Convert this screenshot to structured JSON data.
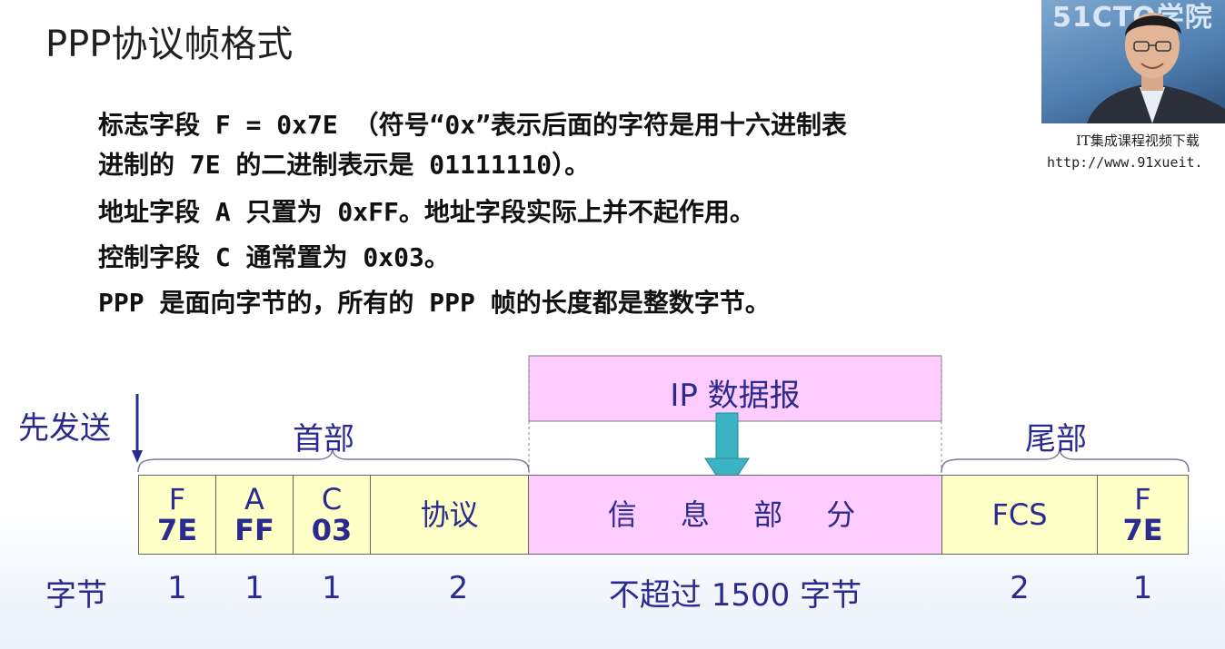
{
  "title": "PPP协议帧格式",
  "bullets": [
    "标志字段 F = 0x7E （符号“0x”表示后面的字符是用十六进制表",
    "进制的 7E 的二进制表示是 01111110）。",
    "地址字段 A 只置为 0xFF。地址字段实际上并不起作用。",
    "控制字段 C 通常置为 0x03。",
    "PPP 是面向字节的，所有的 PPP 帧的长度都是整数字节。"
  ],
  "webcam": {
    "logo": "51CTO学院",
    "caption_line1": "IT集成课程视频下载",
    "caption_line2": "http://www.91xueit."
  },
  "diagram": {
    "send_first_label": "先发送",
    "header_label": "首部",
    "trailer_label": "尾部",
    "ip_datagram_label": "IP 数据报",
    "fields": [
      {
        "name": "F",
        "value": "7E",
        "bytes": "1"
      },
      {
        "name": "A",
        "value": "FF",
        "bytes": "1"
      },
      {
        "name": "C",
        "value": "03",
        "bytes": "1"
      },
      {
        "name": "协议",
        "value": "",
        "bytes": "2"
      },
      {
        "name": "信 息 部 分",
        "value": "",
        "bytes": "不超过 1500 字节"
      },
      {
        "name": "FCS",
        "value": "",
        "bytes": "2"
      },
      {
        "name": "F",
        "value": "7E",
        "bytes": "1"
      }
    ],
    "bytes_row_label": "字节",
    "colors": {
      "header_fill": "#ffffc8",
      "info_fill": "#ffccff",
      "label_color": "#2b2b8f",
      "arrow_color": "#3bb3c3"
    }
  }
}
